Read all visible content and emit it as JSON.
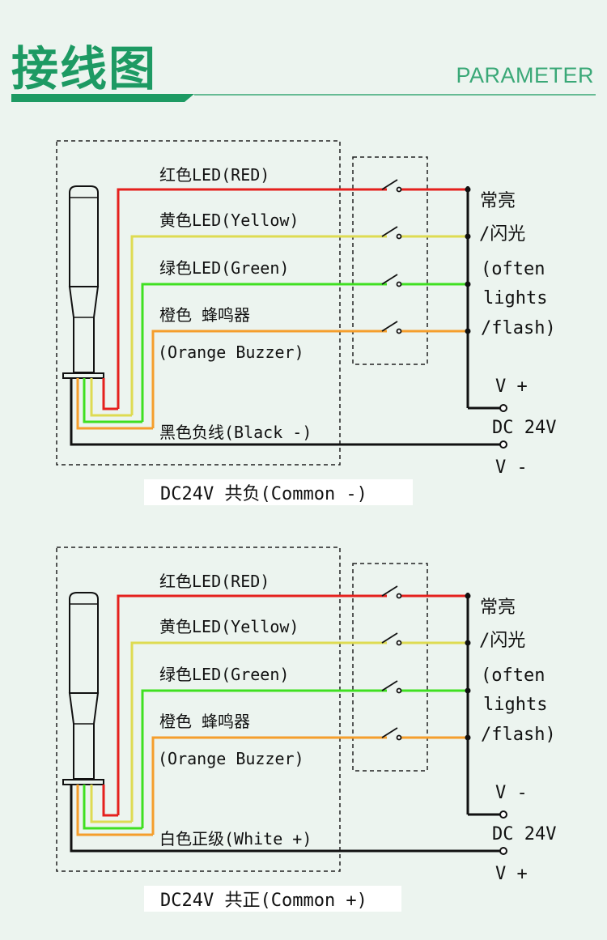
{
  "header": {
    "title": "接线图",
    "subtitle": "PARAMETER"
  },
  "colors": {
    "red": "#e5201d",
    "yellow": "#dedb52",
    "green": "#3fe021",
    "orange": "#f59e2c",
    "wire": "#111111",
    "accent": "#1d9a63"
  },
  "diagrams": [
    {
      "wires": {
        "red": "红色LED(RED)",
        "yellow": "黄色LED(Yellow)",
        "green": "绿色LED(Green)",
        "orange_line1": "橙色 蜂鸣器",
        "orange_line2": "(Orange Buzzer)",
        "common": "黑色负线(Black -)"
      },
      "right": {
        "l1": "常亮",
        "l2": "/闪光",
        "l3": "(often",
        "l4": "lights",
        "l5": "/flash)",
        "top": "V +",
        "dc": "DC 24V",
        "bottom": "V -"
      },
      "caption": "DC24V 共负(Common -)"
    },
    {
      "wires": {
        "red": "红色LED(RED)",
        "yellow": "黄色LED(Yellow)",
        "green": "绿色LED(Green)",
        "orange_line1": "橙色 蜂鸣器",
        "orange_line2": "(Orange Buzzer)",
        "common": "白色正级(White +)"
      },
      "right": {
        "l1": "常亮",
        "l2": "/闪光",
        "l3": "(often",
        "l4": "lights",
        "l5": "/flash)",
        "top": "V -",
        "dc": "DC 24V",
        "bottom": "V +"
      },
      "caption": "DC24V 共正(Common +)"
    }
  ]
}
